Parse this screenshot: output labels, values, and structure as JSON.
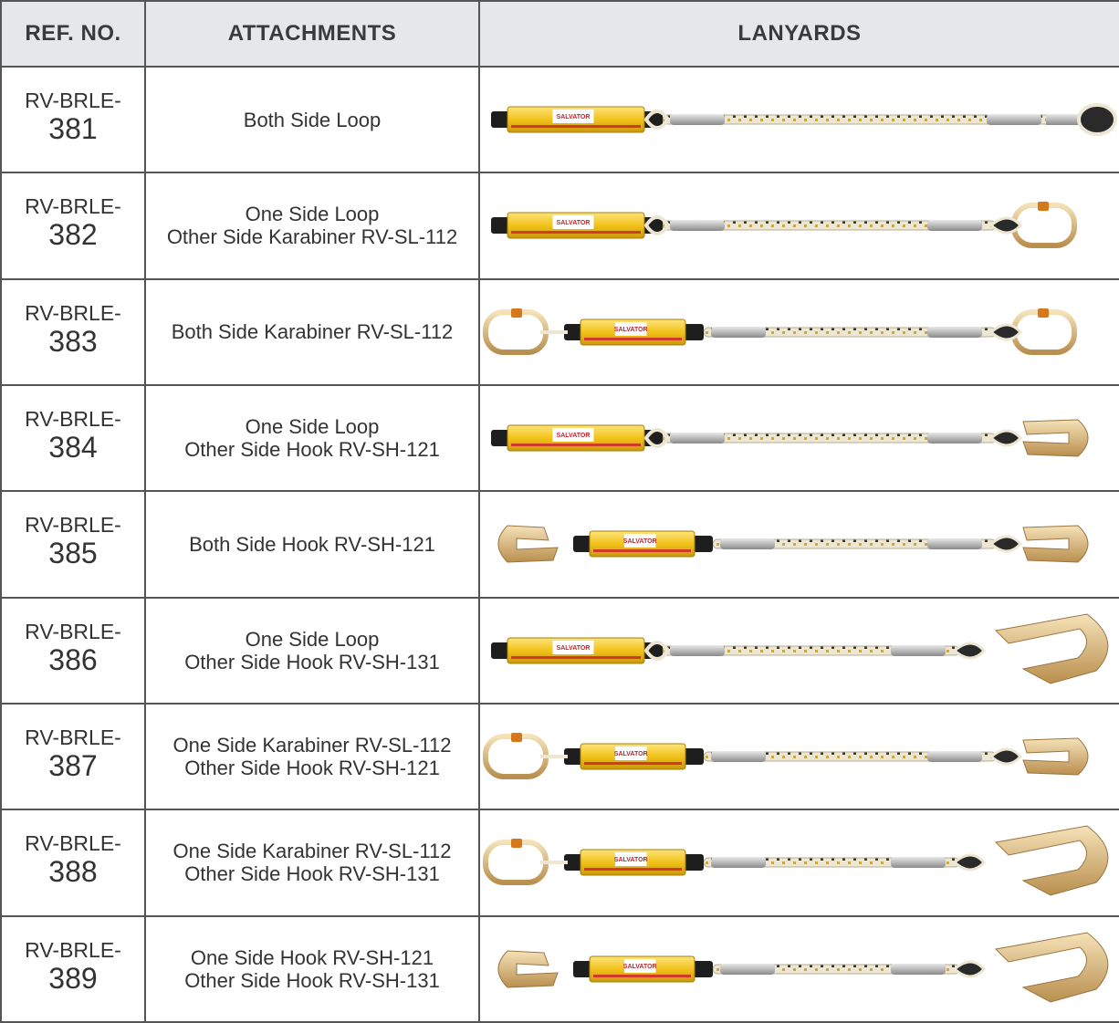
{
  "header": {
    "ref": "REF. NO.",
    "attachments": "ATTACHMENTS",
    "lanyards": "LANYARDS"
  },
  "brand": "SALVATOR",
  "colors": {
    "header_bg": "#e6e7e9",
    "absorber_yellow": "#f2c21b",
    "rope": "#ece6d3",
    "metal": "#d9b77a"
  },
  "rows": [
    {
      "ref_prefix": "RV-BRLE-",
      "ref_num": "381",
      "lines": [
        "Both Side Loop"
      ],
      "left_end": "loop-icon",
      "right_end": "loop-icon"
    },
    {
      "ref_prefix": "RV-BRLE-",
      "ref_num": "382",
      "lines": [
        "One Side Loop",
        "Other Side Karabiner RV-SL-112"
      ],
      "left_end": "loop-icon",
      "right_end": "karabiner-icon"
    },
    {
      "ref_prefix": "RV-BRLE-",
      "ref_num": "383",
      "lines": [
        "Both Side Karabiner RV-SL-112"
      ],
      "left_end": "karabiner-icon",
      "right_end": "karabiner-icon"
    },
    {
      "ref_prefix": "RV-BRLE-",
      "ref_num": "384",
      "lines": [
        "One Side Loop",
        "Other Side Hook RV-SH-121"
      ],
      "left_end": "loop-icon",
      "right_end": "small-hook-icon"
    },
    {
      "ref_prefix": "RV-BRLE-",
      "ref_num": "385",
      "lines": [
        "Both Side Hook RV-SH-121"
      ],
      "left_end": "small-hook-icon",
      "right_end": "small-hook-icon"
    },
    {
      "ref_prefix": "RV-BRLE-",
      "ref_num": "386",
      "lines": [
        "One Side Loop",
        "Other Side Hook RV-SH-131"
      ],
      "left_end": "loop-icon",
      "right_end": "large-hook-icon"
    },
    {
      "ref_prefix": "RV-BRLE-",
      "ref_num": "387",
      "lines": [
        "One Side Karabiner RV-SL-112",
        "Other Side Hook RV-SH-121"
      ],
      "left_end": "karabiner-icon",
      "right_end": "small-hook-icon"
    },
    {
      "ref_prefix": "RV-BRLE-",
      "ref_num": "388",
      "lines": [
        "One Side Karabiner RV-SL-112",
        "Other Side Hook RV-SH-131"
      ],
      "left_end": "karabiner-icon",
      "right_end": "large-hook-icon"
    },
    {
      "ref_prefix": "RV-BRLE-",
      "ref_num": "389",
      "lines": [
        "One Side Hook RV-SH-121",
        "Other Side Hook RV-SH-131"
      ],
      "left_end": "small-hook-icon",
      "right_end": "large-hook-icon"
    }
  ]
}
